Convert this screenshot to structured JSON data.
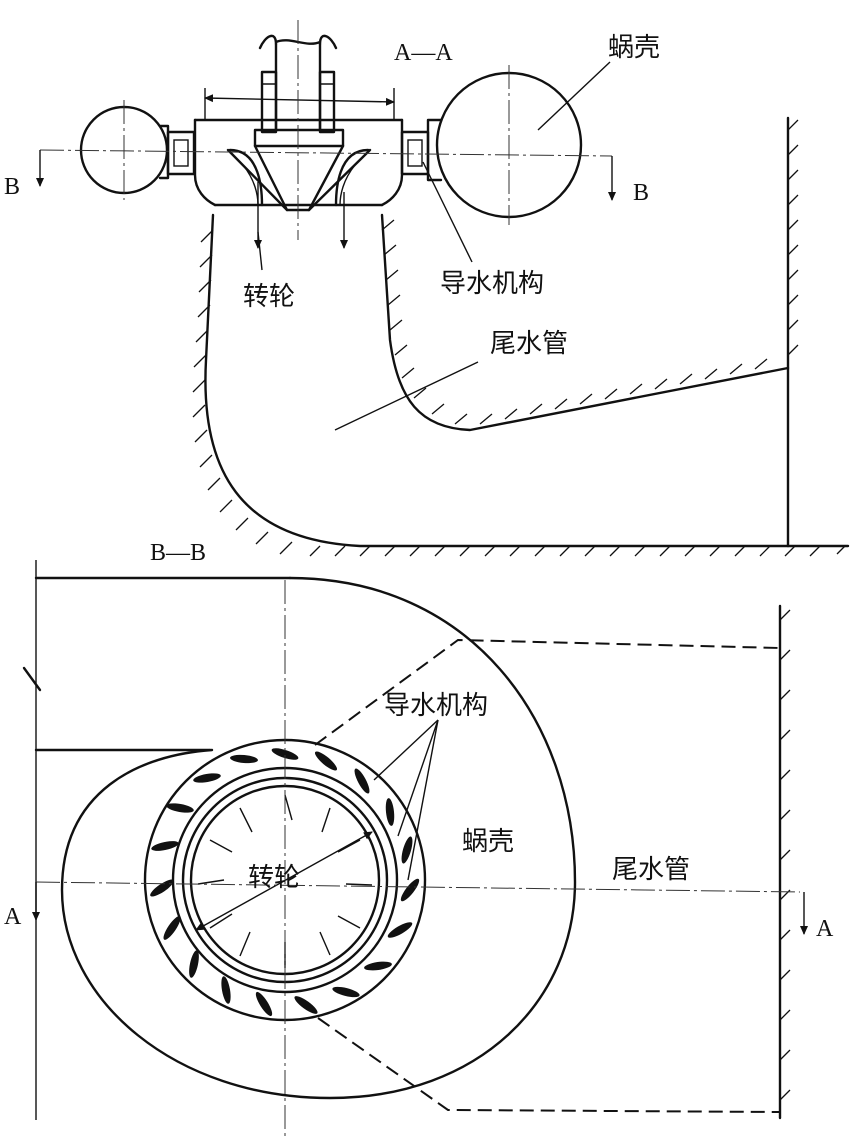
{
  "section_aa": {
    "title": "A—A",
    "labels": {
      "volute": "蜗壳",
      "guide_apparatus": "导水机构",
      "runner": "转轮",
      "draft_tube": "尾水管"
    },
    "cut_markers": {
      "left": "B",
      "right": "B"
    }
  },
  "section_bb": {
    "title": "B—B",
    "labels": {
      "guide_apparatus": "导水机构",
      "runner": "转轮",
      "volute": "蜗壳",
      "draft_tube": "尾水管"
    },
    "cut_markers": {
      "left": "A",
      "right": "A"
    }
  }
}
